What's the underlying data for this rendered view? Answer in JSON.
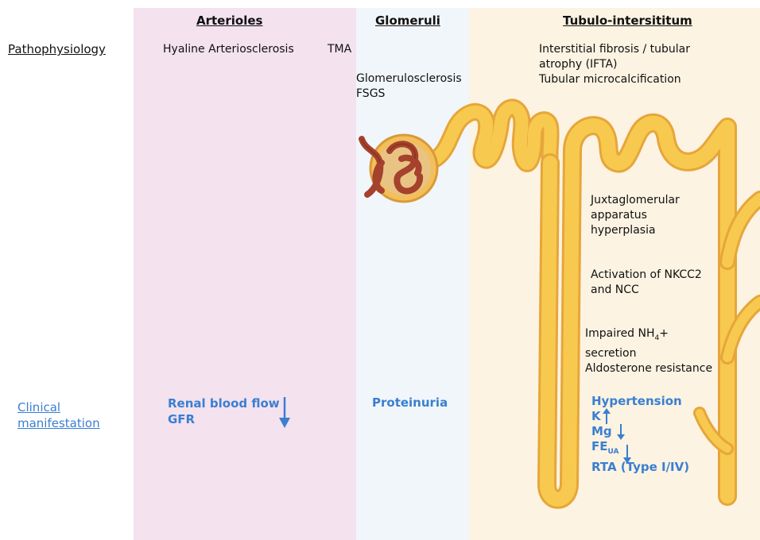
{
  "columns": {
    "arterioles": "Arterioles",
    "glomeruli": "Glomeruli",
    "tubulo": "Tubulo-intersititum"
  },
  "rows": {
    "pathophysiology": "Pathophysiology",
    "clinical_line1": "Clinical",
    "clinical_line2": "manifestation"
  },
  "pathophysiology": {
    "hyaline": "Hyaline Arteriosclerosis",
    "tma": "TMA",
    "glomerulosclerosis": "Glomerulosclerosis",
    "fsgs": "FSGS",
    "ifta_line1": "Interstitial fibrosis / tubular",
    "ifta_line2": "atrophy (IFTA)",
    "microcalc": "Tubular microcalcification",
    "jga_line1": "Juxtaglomerular",
    "jga_line2": "apparatus",
    "jga_line3": "hyperplasia",
    "nkcc_line1": "Activation of NKCC2",
    "nkcc_line2": "and NCC",
    "nh4_line1_pre": "Impaired NH",
    "nh4_sub": "4",
    "nh4_line1_post": "+",
    "nh4_line2": "secretion",
    "aldo": "Aldosterone resistance"
  },
  "clinical": {
    "rbf": "Renal blood flow",
    "gfr": "GFR",
    "proteinuria": "Proteinuria",
    "hypertension": "Hypertension",
    "k": "K",
    "mg": "Mg",
    "fe": "FE",
    "fe_sub": "UA",
    "rta": "RTA (Type I/IV)"
  },
  "colors": {
    "arterioles_bg": "#f4e2ef",
    "glomeruli_bg": "#f1f6fa",
    "tubulo_bg": "#fcf3e2",
    "clinical_text": "#3a7fd0",
    "tubule_fill": "#f8c94f",
    "tubule_edge": "#e6a63a",
    "glomerulus": "#a5412c"
  },
  "icons": [
    "nephron-illustration",
    "glomerulus-capillary-tuft",
    "arrow-down-icon",
    "arrow-up-icon"
  ]
}
